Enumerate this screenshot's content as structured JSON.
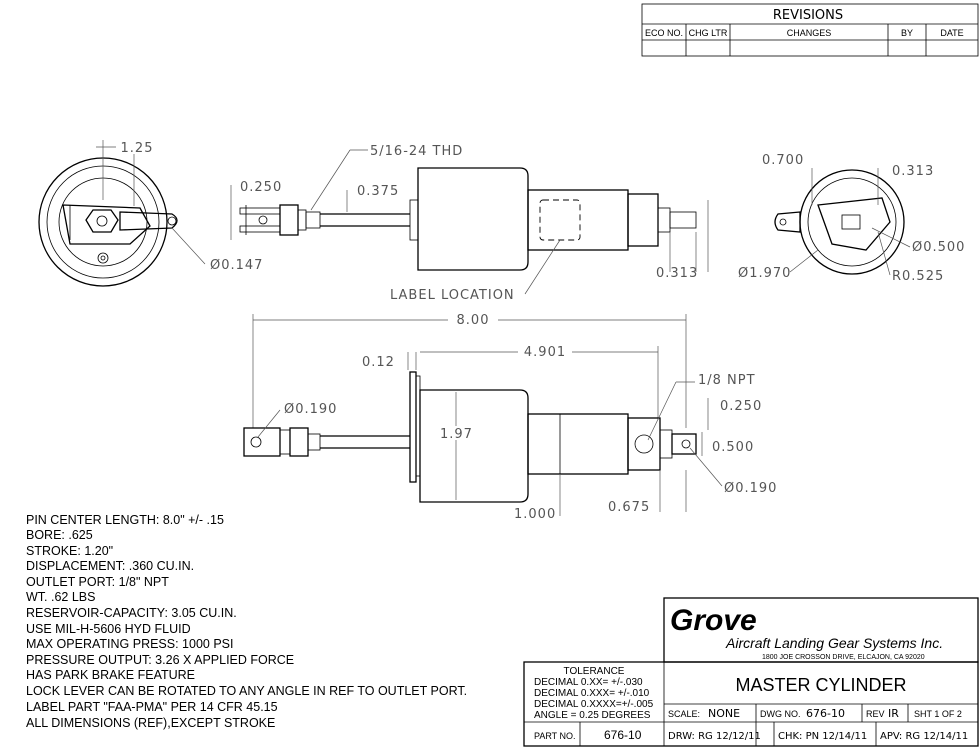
{
  "revisions": {
    "title": "REVISIONS",
    "columns": [
      "ECO NO.",
      "CHG LTR",
      "CHANGES",
      "BY",
      "DATE"
    ]
  },
  "top_view": {
    "dim_125": "1.25",
    "thread": "5/16-24 THD",
    "dim_0250": "0.250",
    "dim_0375": "0.375",
    "dim_0147": "Ø0.147",
    "label_location": "LABEL LOCATION",
    "dim_0313_bottom": "0.313",
    "dim_1970": "Ø1.970"
  },
  "end_view_right": {
    "dim_0700": "0.700",
    "dim_0313": "0.313",
    "dim_0500": "Ø0.500",
    "dim_r0525": "R0.525"
  },
  "side_view": {
    "dim_800": "8.00",
    "dim_012": "0.12",
    "dim_4901": "4.901",
    "npt": "1/8 NPT",
    "dim_0190_left": "Ø0.190",
    "dim_197": "1.97",
    "dim_0250": "0.250",
    "dim_0500": "0.500",
    "dim_0190_right": "Ø0.190",
    "dim_1000": "1.000",
    "dim_0675": "0.675"
  },
  "specs": [
    "PIN CENTER LENGTH: 8.0\" +/- .15",
    "BORE: .625",
    "STROKE: 1.20\"",
    "DISPLACEMENT: .360 CU.IN.",
    "OUTLET PORT: 1/8\" NPT",
    "WT. .62 LBS",
    "RESERVOIR-CAPACITY:  3.05 CU.IN.",
    "USE MIL-H-5606 HYD FLUID",
    "MAX OPERATING PRESS: 1000 PSI",
    "PRESSURE OUTPUT: 3.26 X APPLIED FORCE",
    "HAS PARK BRAKE FEATURE",
    "LOCK LEVER CAN BE ROTATED TO ANY ANGLE IN REF TO OUTLET PORT.",
    "LABEL PART \"FAA-PMA\" PER 14 CFR 45.15",
    "ALL DIMENSIONS (REF),EXCEPT STROKE"
  ],
  "title_block": {
    "company": "Grove",
    "company_sub": "Aircraft Landing Gear Systems Inc.",
    "address": "1800 JOE CROSSON DRIVE, ELCAJON, CA 92020",
    "title": "MASTER CYLINDER",
    "tolerance_title": "TOLERANCE",
    "tolerance_lines": [
      "DECIMAL 0.XX=  +/-.030",
      "DECIMAL 0.XXX= +/-.010",
      "DECIMAL 0.XXXX=+/-.005",
      "ANGLE = 0.25 DEGREES"
    ],
    "scale_label": "SCALE:",
    "scale_value": "NONE",
    "dwg_label": "DWG NO.",
    "dwg_value": "676-10",
    "rev_label": "REV",
    "rev_value": "IR",
    "sheet": "SHT 1 OF 2",
    "part_label": "PART NO.",
    "part_value": "676-10",
    "drw": "DRW: RG 12/12/11",
    "chk": "CHK: PN 12/14/11",
    "apv": "APV: RG 12/14/11"
  }
}
